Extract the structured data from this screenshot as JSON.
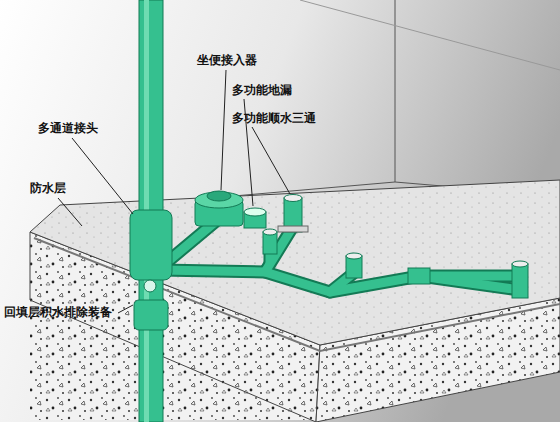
{
  "diagram": {
    "labels": [
      "坐便接入器",
      "多功能地漏",
      "多功能顺水三通",
      "多通道接头",
      "防水层",
      "回填层积水排除装备"
    ]
  }
}
